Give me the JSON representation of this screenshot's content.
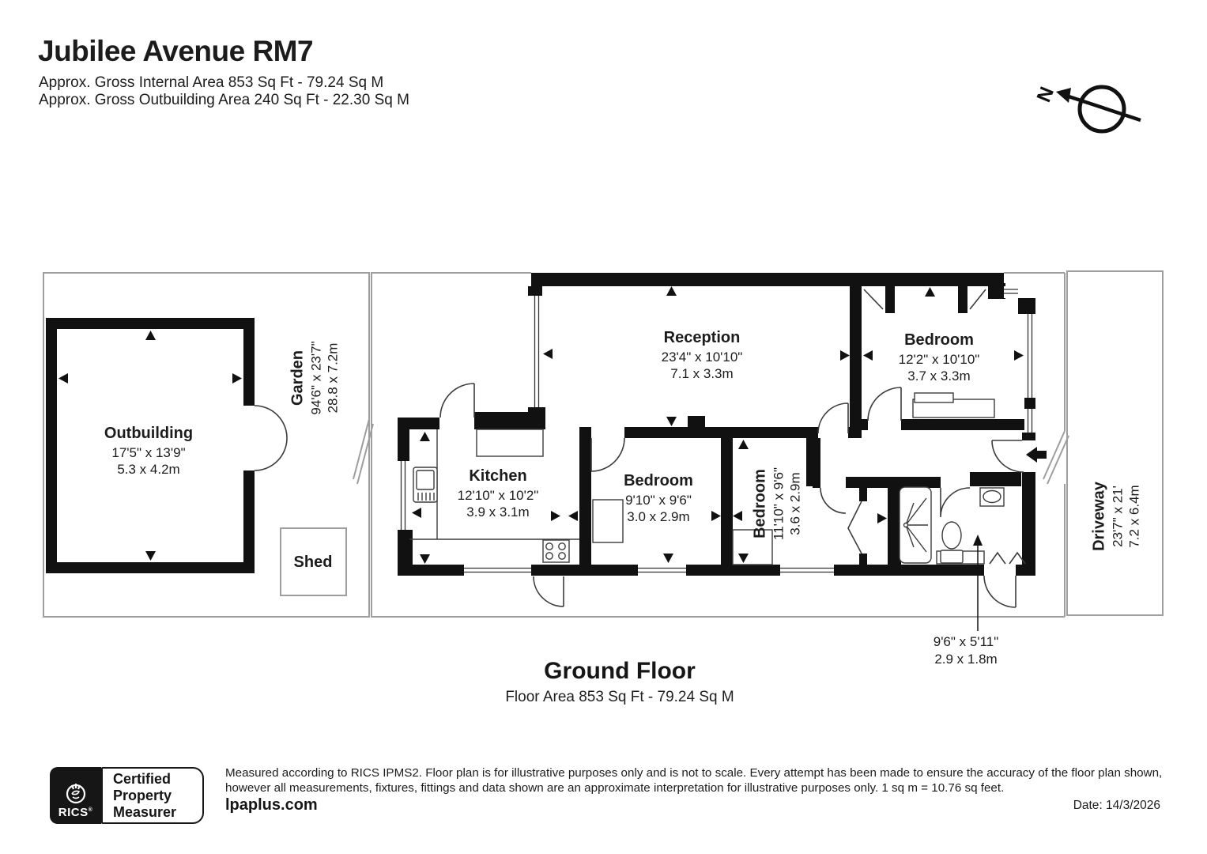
{
  "header": {
    "title": "Jubilee Avenue RM7",
    "subtitle_internal": "Approx. Gross Internal Area 853 Sq Ft - 79.24 Sq M",
    "subtitle_outbuilding": "Approx. Gross Outbuilding Area 240 Sq Ft - 22.30 Sq M"
  },
  "compass": {
    "north_label": "N"
  },
  "rooms": {
    "outbuilding": {
      "name": "Outbuilding",
      "imperial": "17'5\" x 13'9\"",
      "metric": "5.3 x 4.2m"
    },
    "garden": {
      "name": "Garden",
      "imperial": "94'6\" x 23'7\"",
      "metric": "28.8 x 7.2m"
    },
    "shed": {
      "name": "Shed"
    },
    "kitchen": {
      "name": "Kitchen",
      "imperial": "12'10\" x 10'2\"",
      "metric": "3.9 x 3.1m"
    },
    "reception": {
      "name": "Reception",
      "imperial": "23'4\" x 10'10\"",
      "metric": "7.1 x 3.3m"
    },
    "bedroom_rear": {
      "name": "Bedroom",
      "imperial": "9'10\" x 9'6\"",
      "metric": "3.0 x 2.9m"
    },
    "bedroom_middle": {
      "name": "Bedroom",
      "imperial": "11'10\" x 9'6\"",
      "metric": "3.6 x 2.9m"
    },
    "bedroom_front": {
      "name": "Bedroom",
      "imperial": "12'2\" x 10'10\"",
      "metric": "3.7 x 3.3m"
    },
    "bathroom": {
      "imperial": "9'6\" x 5'11\"",
      "metric": "2.9 x 1.8m"
    },
    "driveway": {
      "name": "Driveway",
      "imperial": "23'7\" x 21'",
      "metric": "7.2 x 6.4m"
    }
  },
  "floor": {
    "title": "Ground Floor",
    "area_line": "Floor Area 853 Sq Ft - 79.24 Sq M"
  },
  "footer": {
    "badge": {
      "brand": "RICS",
      "reg": "®",
      "line1": "Certified",
      "line2": "Property",
      "line3": "Measurer"
    },
    "disclaimer_line1": "Measured according to RICS IPMS2. Floor plan is for illustrative purposes only and is not to scale. Every attempt has been made to ensure the accuracy of the floor plan shown,",
    "disclaimer_line2": "however all measurements, fixtures, fittings and data shown are an approximate interpretation for illustrative purposes only. 1 sq m = 10.76 sq feet.",
    "website": "lpaplus.com",
    "date": "Date: 14/3/2026"
  },
  "colors": {
    "wall": "#111111",
    "outline": "#9e9e9e",
    "text": "#1f1f1f"
  }
}
